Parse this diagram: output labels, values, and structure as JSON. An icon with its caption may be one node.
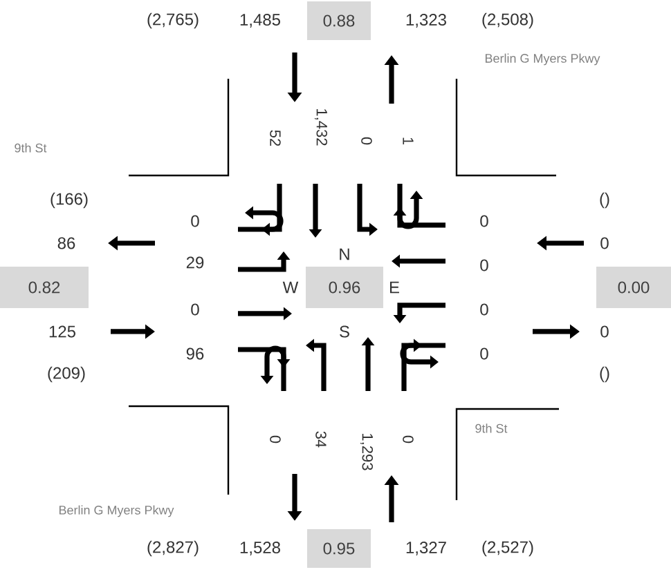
{
  "diagram": {
    "nodes": [
      {
        "text": [
          "0.88"
        ]
      },
      {
        "text": [
          "0.82"
        ]
      },
      {
        "text": [
          "0.96"
        ]
      },
      {
        "text": [
          "0.00"
        ]
      },
      {
        "text": [
          "0.95"
        ]
      }
    ],
    "labels": [
      "(2,765)",
      "1,485",
      "1,323",
      "(2,508)",
      "Berlin G Myers Pkwy",
      "9th St",
      "52",
      "1,432",
      "0",
      "1",
      "(166)",
      "()",
      "0",
      "0",
      "86",
      "0",
      "29",
      "N",
      "0",
      "W",
      "E",
      "0",
      "0",
      "125",
      "S",
      "0",
      "96",
      "0",
      "(209)",
      "()",
      "0",
      "34",
      "1,293",
      "0",
      "9th St",
      "Berlin G Myers Pkwy",
      "(2,827)",
      "1,528",
      "1,327",
      "(2,527)"
    ]
  }
}
